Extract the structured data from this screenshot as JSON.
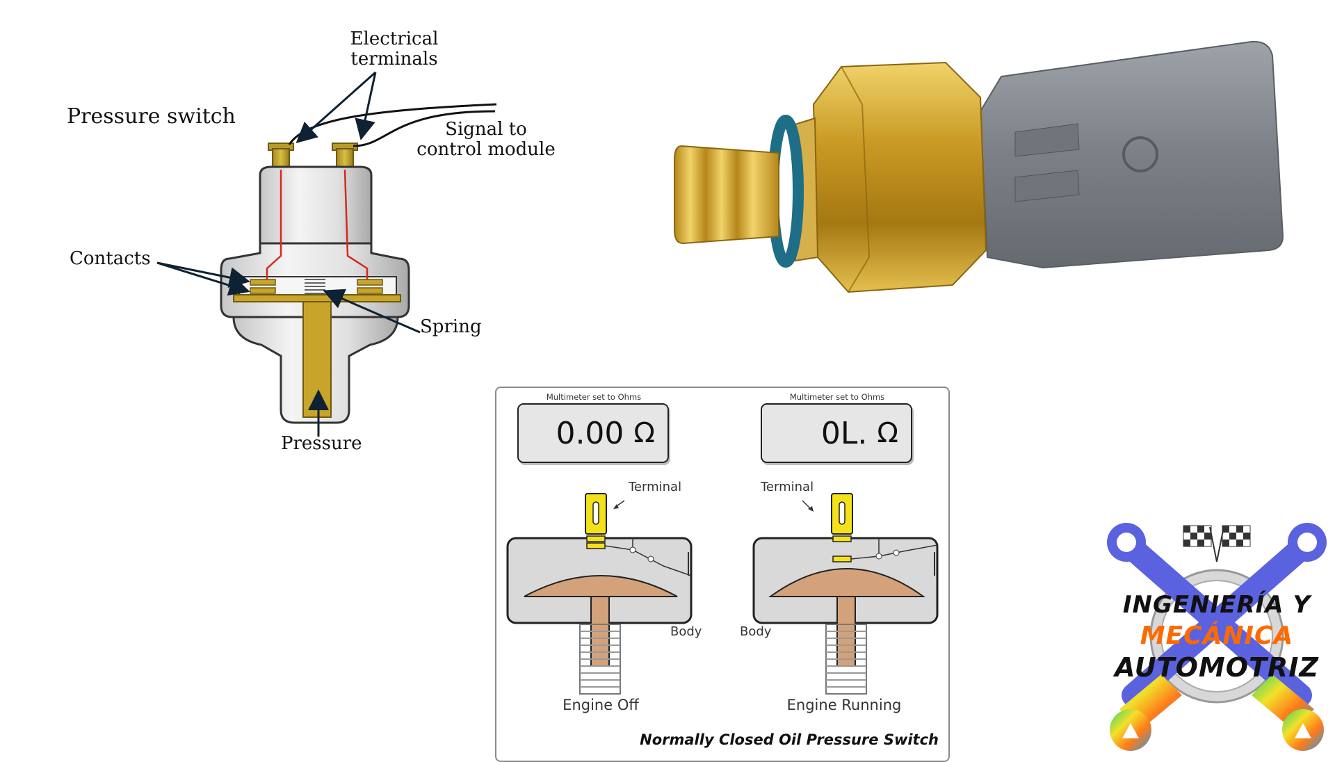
{
  "cutaway": {
    "title": "Pressure switch",
    "electrical_terminals_line1": "Electrical",
    "electrical_terminals_line2": "terminals",
    "signal_line1": "Signal to",
    "signal_line2": "control module",
    "contacts": "Contacts",
    "spring": "Spring",
    "pressure": "Pressure"
  },
  "panel": {
    "left": {
      "caption": "Multimeter set to Ohms",
      "reading": "0.00",
      "unit": "Ω",
      "terminal": "Terminal",
      "body": "Body",
      "state": "Engine Off"
    },
    "right": {
      "caption": "Multimeter set to Ohms",
      "reading": "0L.",
      "unit": "Ω",
      "terminal": "Terminal",
      "body": "Body",
      "state": "Engine Running"
    },
    "title": "Normally Closed Oil Pressure Switch"
  },
  "logo": {
    "line1": "INGENIERÍA Y",
    "line2": "MECÁNICA",
    "line3": "AUTOMOTRIZ"
  },
  "colors": {
    "brass": "#c9a42a",
    "terminal_yellow": "#f3e21a",
    "diaphragm": "#d4a27a",
    "connector_gray": "#7b8087",
    "oring_blue": "#1d6e86",
    "logo_orange": "#ff6a00",
    "logo_wrench": "#5b62e0"
  }
}
